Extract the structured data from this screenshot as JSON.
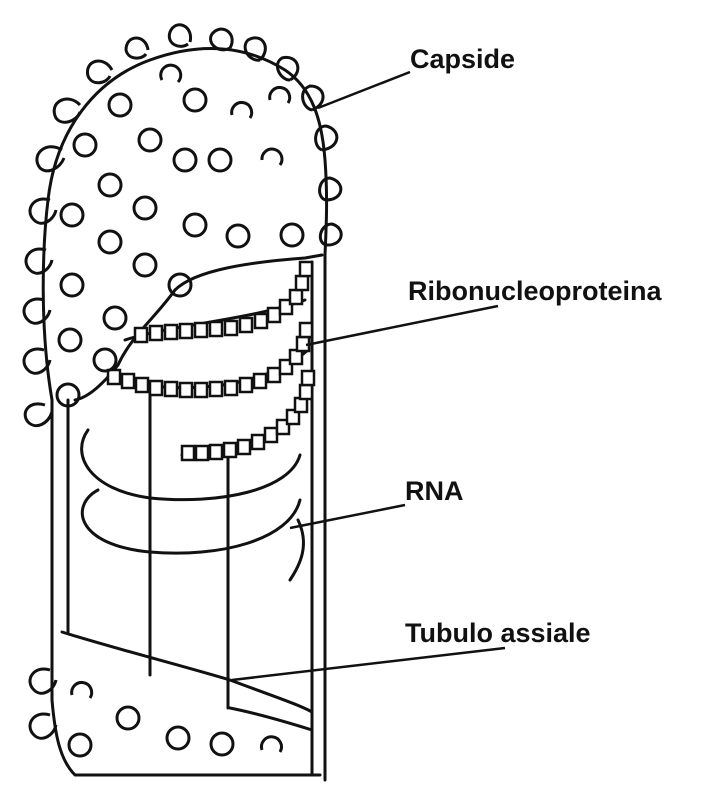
{
  "diagram": {
    "labels": {
      "capside": "Capside",
      "ribonucleoproteina": "Ribonucleoproteina",
      "rna": "RNA",
      "tubulo_assiale": "Tubulo assiale"
    }
  },
  "colors": {
    "ink": "#111111",
    "background": "#ffffff"
  }
}
